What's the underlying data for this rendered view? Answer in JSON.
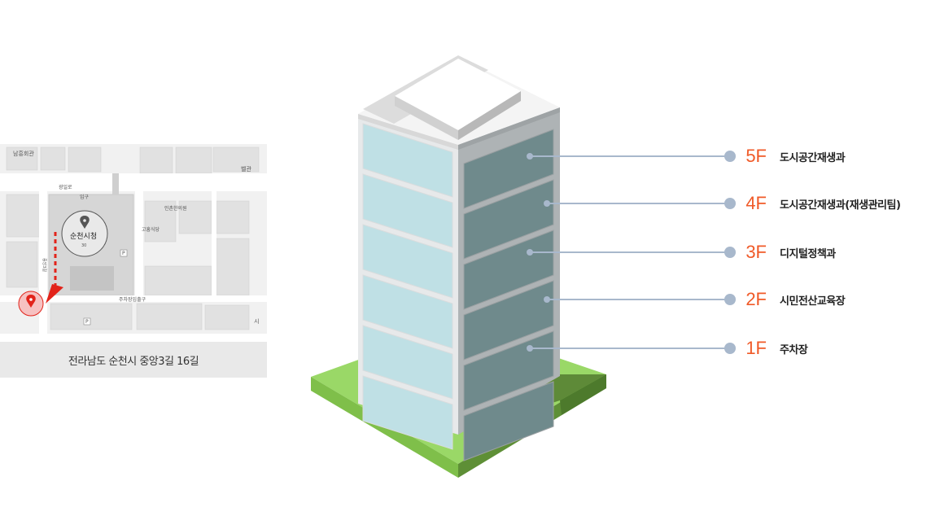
{
  "map": {
    "labels": {
      "top_left_building": "남흥회관",
      "top_right_building": "벨관",
      "road": "광일로",
      "entrance": "입구",
      "clinic": "인촌한의원",
      "restaurant": "고흥식당",
      "city_hall": "순천시청",
      "city_hall_number": "30",
      "parking_entrance": "주차장입출구",
      "side_road": "중앙3길",
      "parking_symbol": "P",
      "edge_char": "시"
    },
    "colors": {
      "route": "#e2231a",
      "pin": "#e2231a"
    }
  },
  "address": "전라남도 순천시 중앙3길 16길",
  "floors": [
    {
      "level": "5F",
      "name": "도시공간재생과"
    },
    {
      "level": "4F",
      "name": "도시공간재생과(재생관리팀)"
    },
    {
      "level": "3F",
      "name": "디지털정책과"
    },
    {
      "level": "2F",
      "name": "시민전산교육장"
    },
    {
      "level": "1F",
      "name": "주차장"
    }
  ],
  "colors": {
    "floor_label": "#f05a28",
    "leader_line": "#a8b8cc",
    "grass": "#8fd158"
  }
}
